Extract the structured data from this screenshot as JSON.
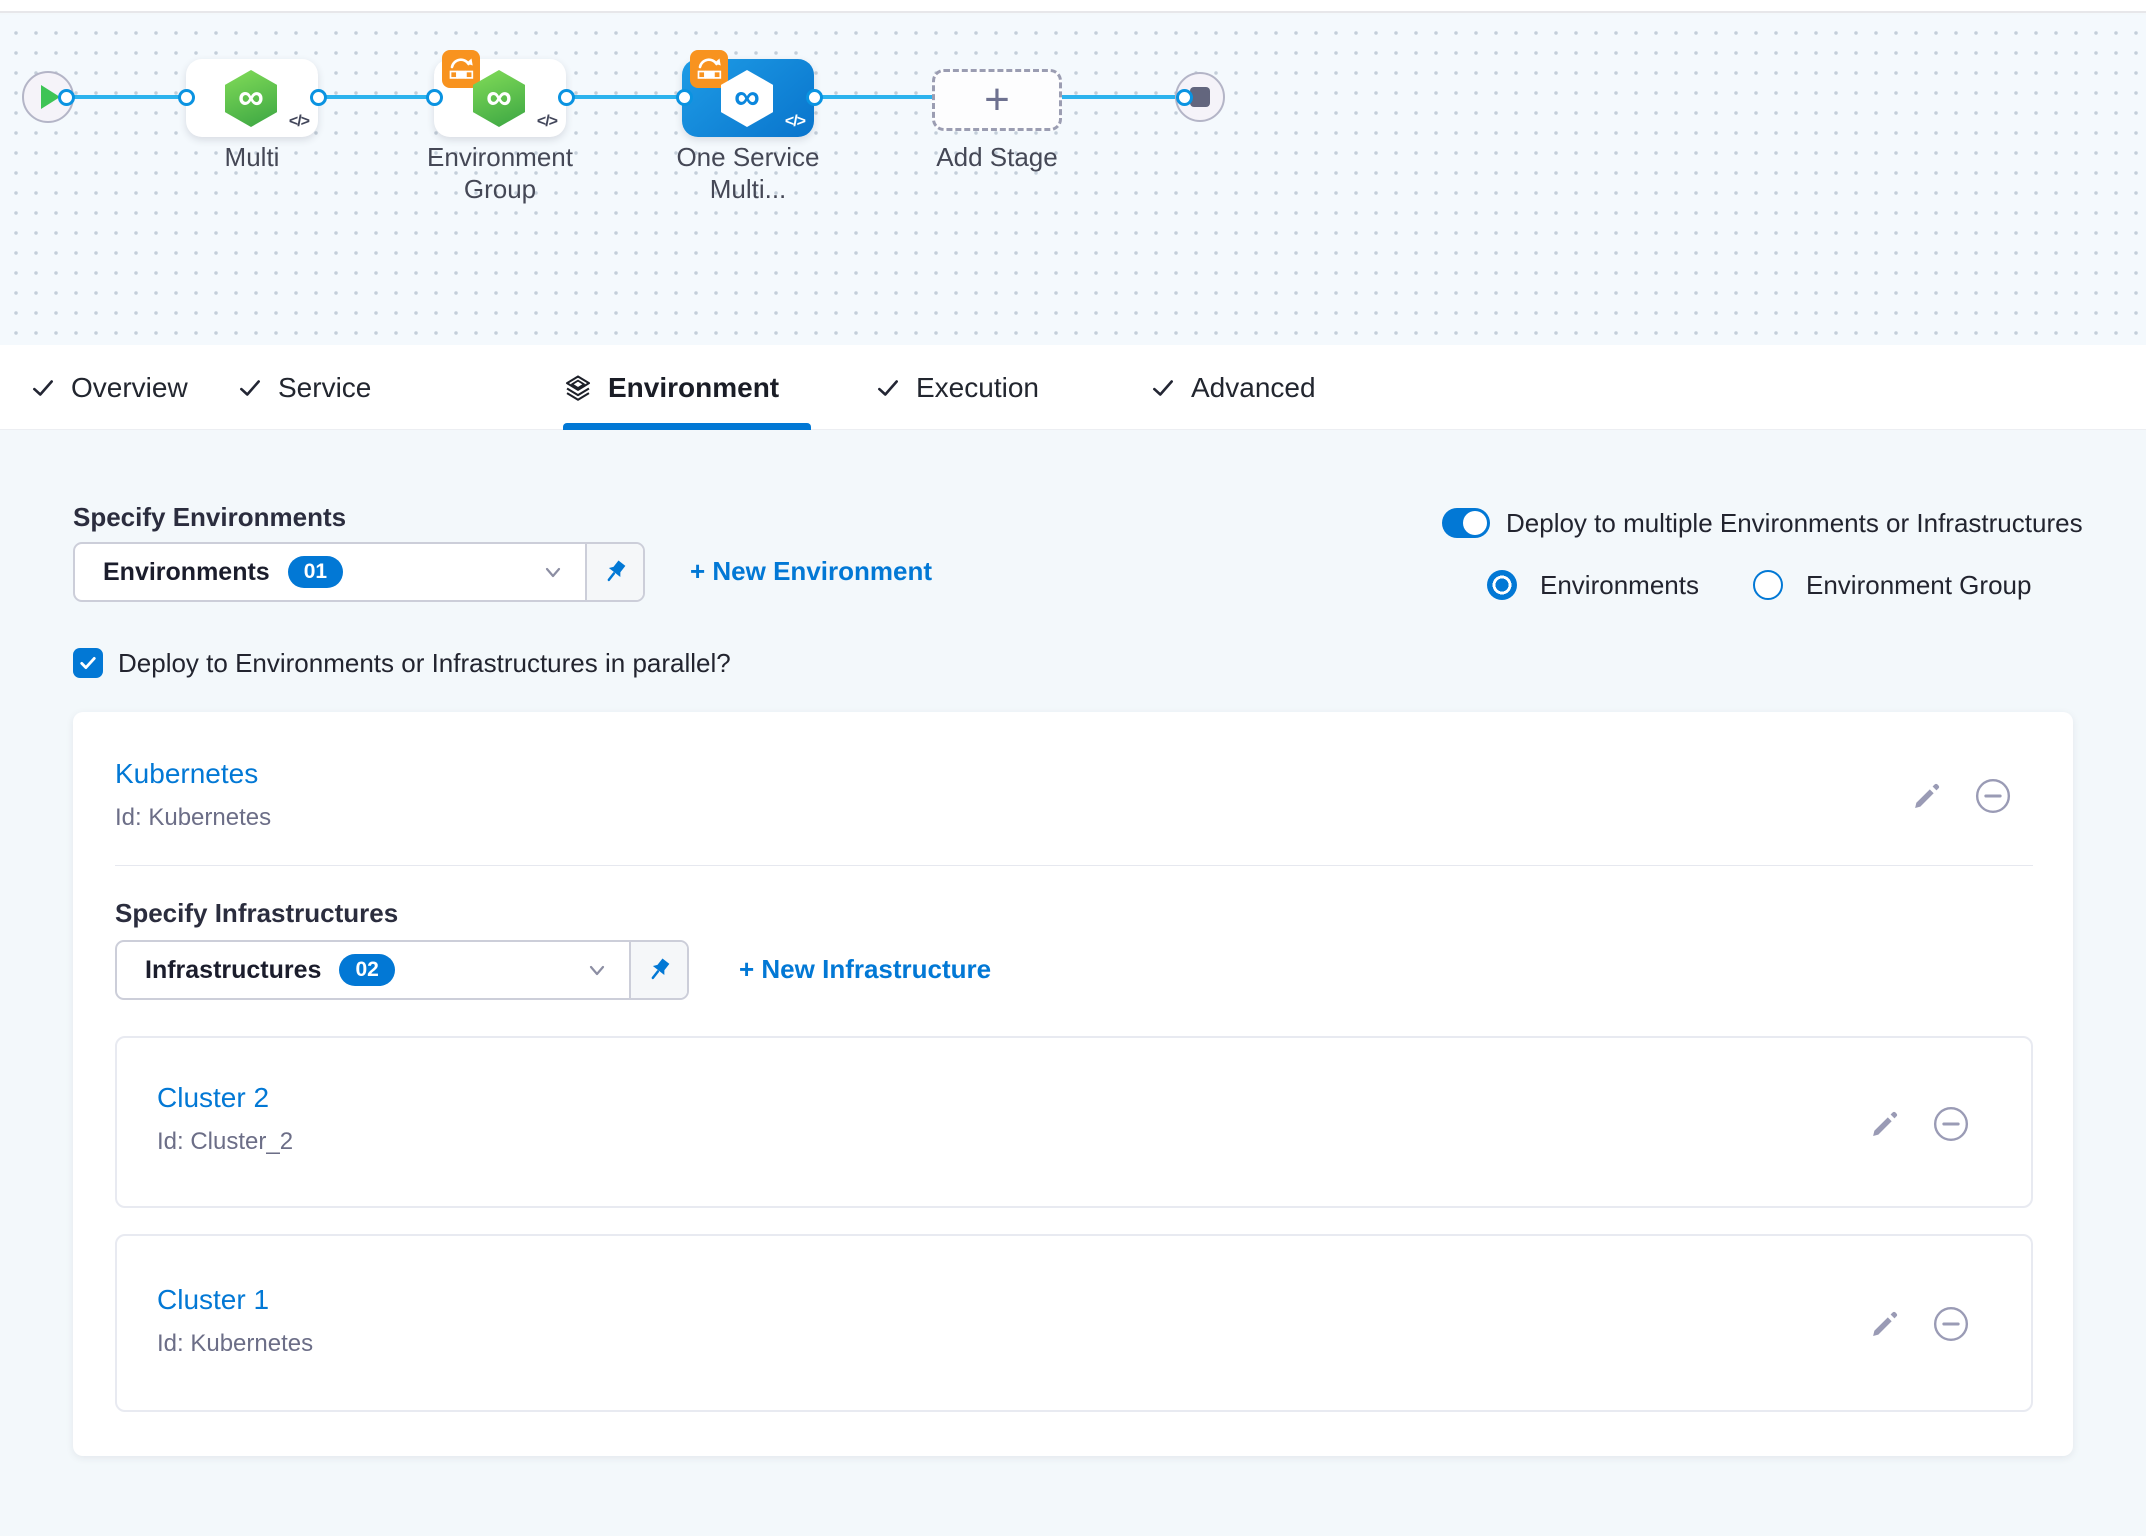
{
  "canvas": {
    "nodes": [
      {
        "label": "Multi"
      },
      {
        "label": "Environment Group"
      },
      {
        "label": "One Service Multi..."
      },
      {
        "label": "Add Stage"
      }
    ]
  },
  "icons": {
    "code_glyph": "</>",
    "infinity": "∞",
    "plus": "+"
  },
  "tabs": [
    {
      "label": "Overview"
    },
    {
      "label": "Service"
    },
    {
      "label": "Environment"
    },
    {
      "label": "Execution"
    },
    {
      "label": "Advanced"
    }
  ],
  "environment_section": {
    "specify_environments_label": "Specify Environments",
    "environments_dropdown": {
      "value": "Environments",
      "count": "01"
    },
    "new_environment_link": "+ New Environment",
    "deploy_multiple_toggle_label": "Deploy to multiple Environments or Infrastructures",
    "radio_environments_label": "Environments",
    "radio_environment_group_label": "Environment Group",
    "parallel_checkbox_label": "Deploy to Environments or Infrastructures in parallel?",
    "environment_card": {
      "name": "Kubernetes",
      "id": "Id: Kubernetes",
      "specify_infrastructures_label": "Specify Infrastructures",
      "infrastructures_dropdown": {
        "value": "Infrastructures",
        "count": "02"
      },
      "new_infrastructure_link": "+ New Infrastructure",
      "infrastructures": [
        {
          "name": "Cluster 2",
          "id": "Id: Cluster_2"
        },
        {
          "name": "Cluster 1",
          "id": "Id: Kubernetes"
        }
      ]
    }
  },
  "colors": {
    "accent_blue": "#0278d5",
    "connector_blue": "#2cb3ee",
    "service_green": "#42ab45",
    "execution_badge_orange": "#f8931f",
    "selected_node_blue": "#0d87e0"
  }
}
